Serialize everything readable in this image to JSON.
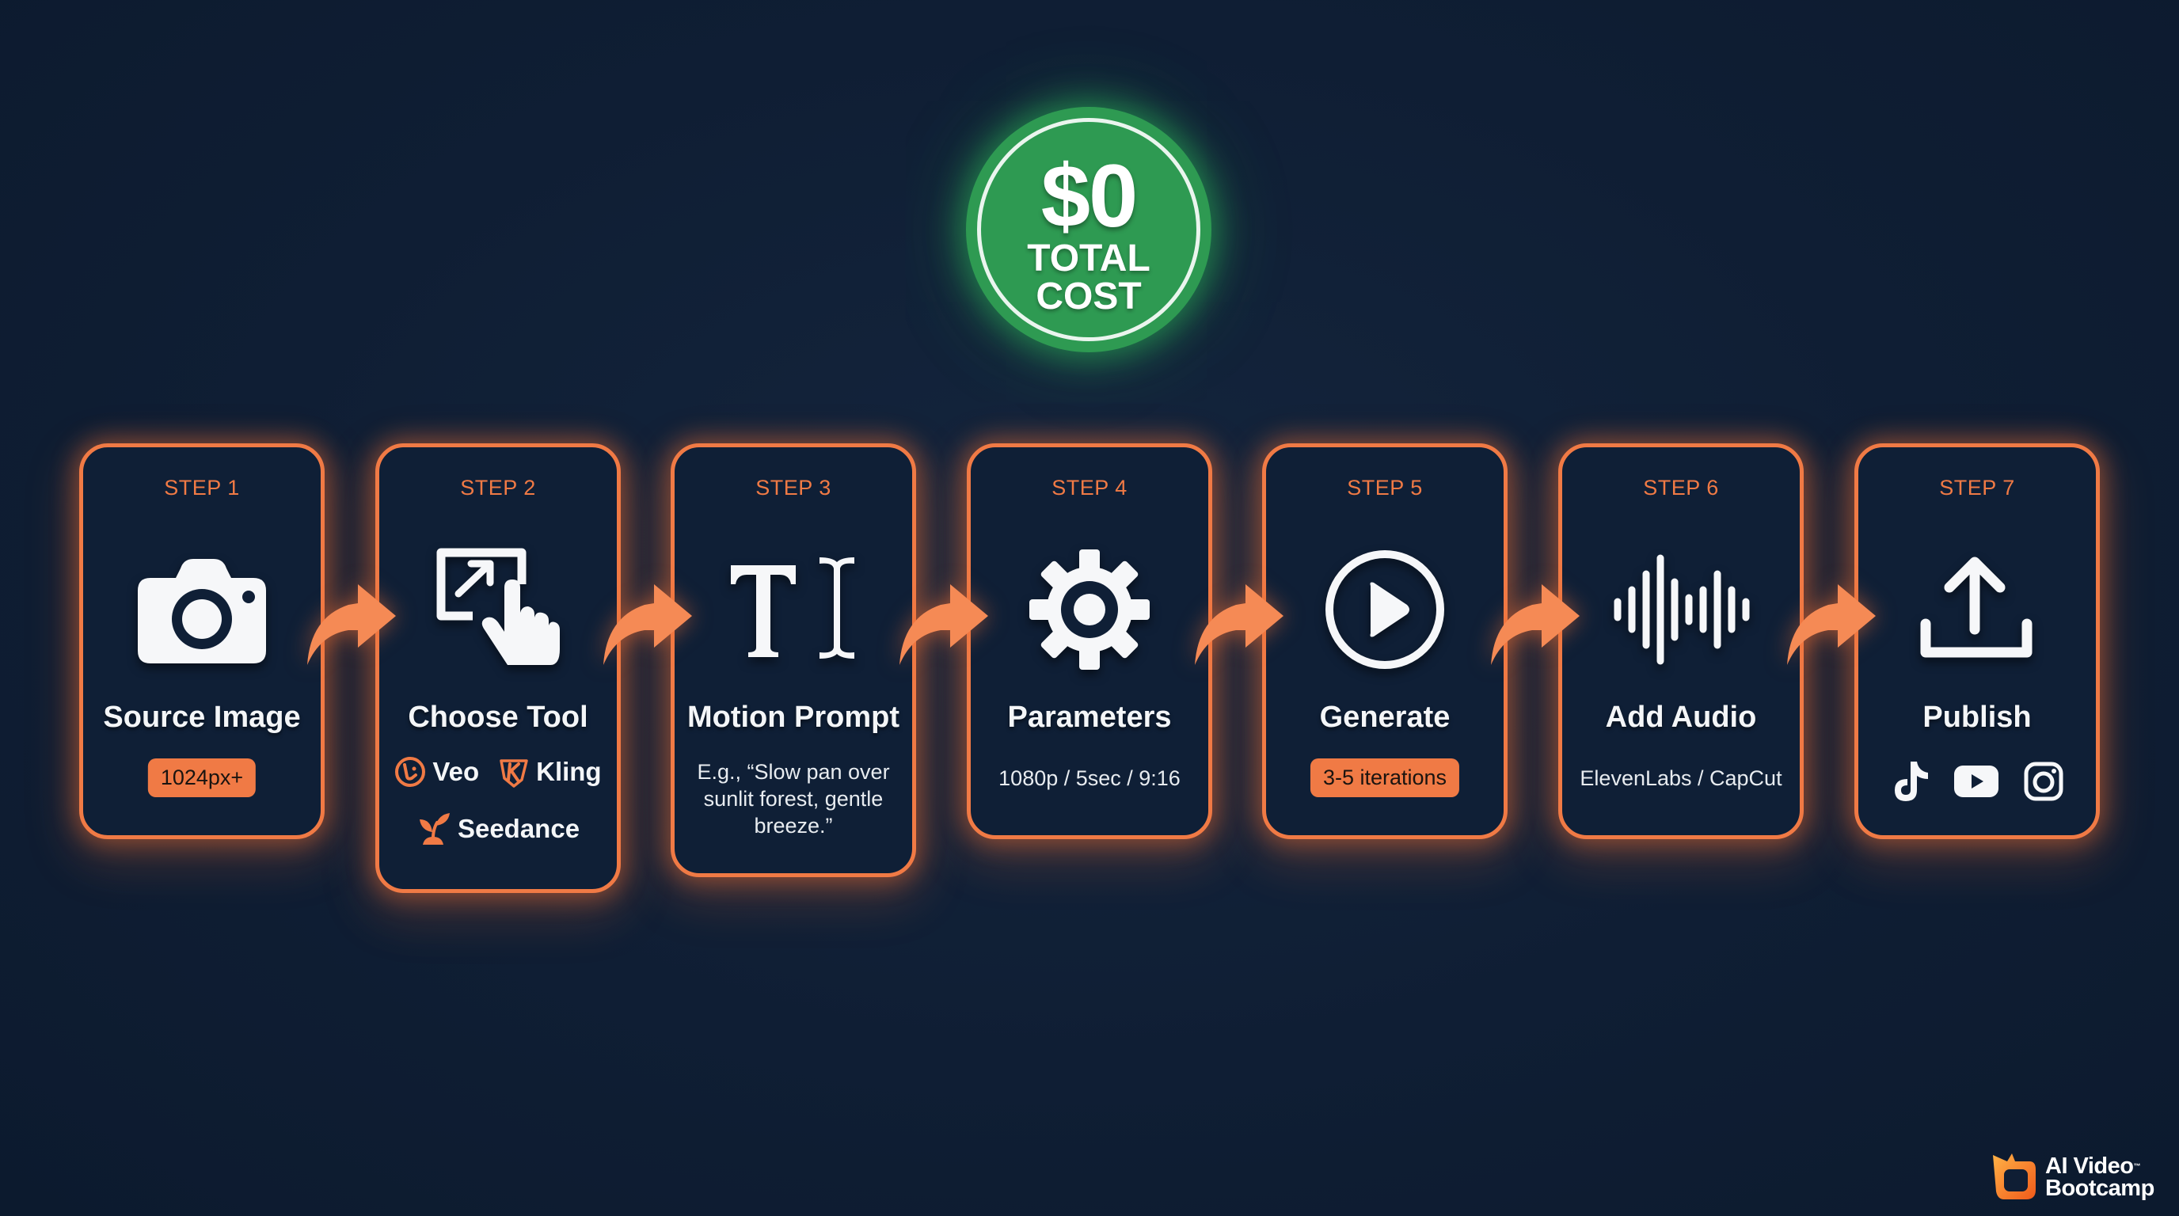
{
  "badge": {
    "amount": "$0",
    "label_line1": "TOTAL",
    "label_line2": "COST",
    "color": "#2e9a52"
  },
  "colors": {
    "background": "#0f1e34",
    "accent": "#f07a45",
    "card_bg": "#0f1f36",
    "text": "#f4f6f8"
  },
  "steps": [
    {
      "step": "STEP 1",
      "icon": "camera-icon",
      "title": "Source Image",
      "pill": "1024px+"
    },
    {
      "step": "STEP 2",
      "icon": "tap-select-icon",
      "title": "Choose Tool",
      "tools": [
        {
          "icon": "veo-logo-icon",
          "name": "Veo"
        },
        {
          "icon": "kling-logo-icon",
          "name": "Kling"
        },
        {
          "icon": "seedance-sprout-icon",
          "name": "Seedance"
        }
      ]
    },
    {
      "step": "STEP 3",
      "icon": "text-cursor-icon",
      "title": "Motion Prompt",
      "detail": "E.g., “Slow pan over sunlit forest, gentle breeze.”"
    },
    {
      "step": "STEP 4",
      "icon": "gear-icon",
      "title": "Parameters",
      "detail": "1080p / 5sec / 9:16"
    },
    {
      "step": "STEP 5",
      "icon": "play-circle-icon",
      "title": "Generate",
      "pill": "3-5 iterations"
    },
    {
      "step": "STEP 6",
      "icon": "audio-waveform-icon",
      "title": "Add Audio",
      "detail": "ElevenLabs / CapCut"
    },
    {
      "step": "STEP 7",
      "icon": "upload-icon",
      "title": "Publish",
      "platforms": [
        "tiktok-icon",
        "youtube-icon",
        "instagram-icon"
      ]
    }
  ],
  "connector_icon": "curved-arrow-right-icon",
  "logo": {
    "line1": "AI Video",
    "tm": "™",
    "line2": "Bootcamp"
  }
}
